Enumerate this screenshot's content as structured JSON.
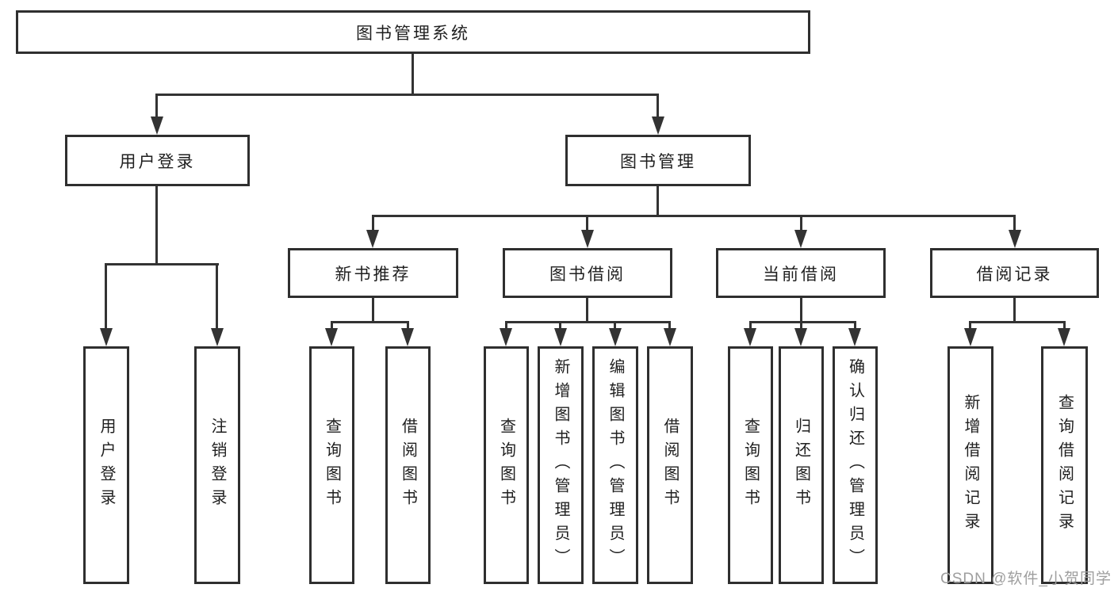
{
  "diagram": {
    "type": "tree",
    "root": {
      "label": "图书管理系统",
      "children": [
        {
          "label": "用户登录",
          "children": [
            {
              "label": "用户登录"
            },
            {
              "label": "注销登录"
            }
          ]
        },
        {
          "label": "图书管理",
          "children": [
            {
              "label": "新书推荐",
              "children": [
                {
                  "label": "查询图书"
                },
                {
                  "label": "借阅图书"
                }
              ]
            },
            {
              "label": "图书借阅",
              "children": [
                {
                  "label": "查询图书"
                },
                {
                  "label": "新增图书（管理员）"
                },
                {
                  "label": "编辑图书（管理员）"
                },
                {
                  "label": "借阅图书"
                }
              ]
            },
            {
              "label": "当前借阅",
              "children": [
                {
                  "label": "查询图书"
                },
                {
                  "label": "归还图书"
                },
                {
                  "label": "确认归还（管理员）"
                }
              ]
            },
            {
              "label": "借阅记录",
              "children": [
                {
                  "label": "新增借阅记录"
                },
                {
                  "label": "查询借阅记录"
                }
              ]
            }
          ]
        }
      ]
    }
  },
  "watermark": "CSDN @软件_小贺同学",
  "colors": {
    "line": "#333333",
    "box_border": "#2f2f2f",
    "text": "#1f1f1f",
    "background": "#ffffff",
    "watermark": "#9e9e9e"
  }
}
